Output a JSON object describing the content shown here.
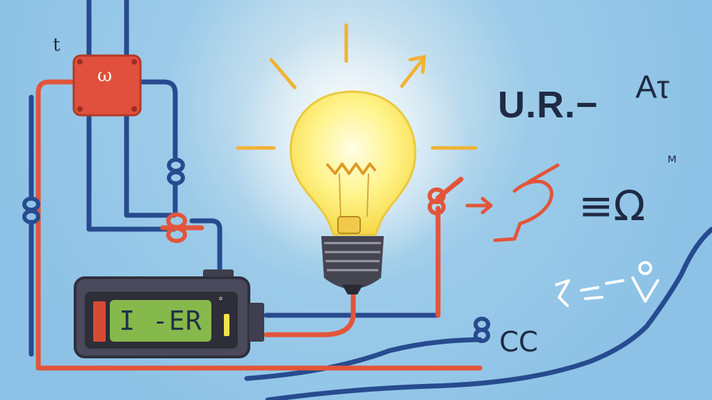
{
  "scene": {
    "colors": {
      "background": "#8fc3e6",
      "wire_red": "#e2553a",
      "wire_blue": "#274b8f",
      "bulb_glow": "#fff48a",
      "battery_body": "#4a4a5c",
      "battery_label_bg": "#86b94c",
      "relay_box": "#e0503c",
      "ray": "#f2b233",
      "ink": "#1f2a44"
    },
    "labels": {
      "t_mark": "t",
      "relay_letter": "ω",
      "battery_text": "I -ER",
      "battery_small": "°",
      "formula_main": "U.R.−",
      "formula_sup": "Aτ",
      "formula_second": "≡Ω",
      "formula_second_sup": "ᴹ",
      "cc_label": "CC"
    },
    "icons": [
      "light-bulb-icon",
      "battery-icon",
      "relay-box-icon",
      "spring-coil-icon",
      "arrow-icon"
    ]
  }
}
